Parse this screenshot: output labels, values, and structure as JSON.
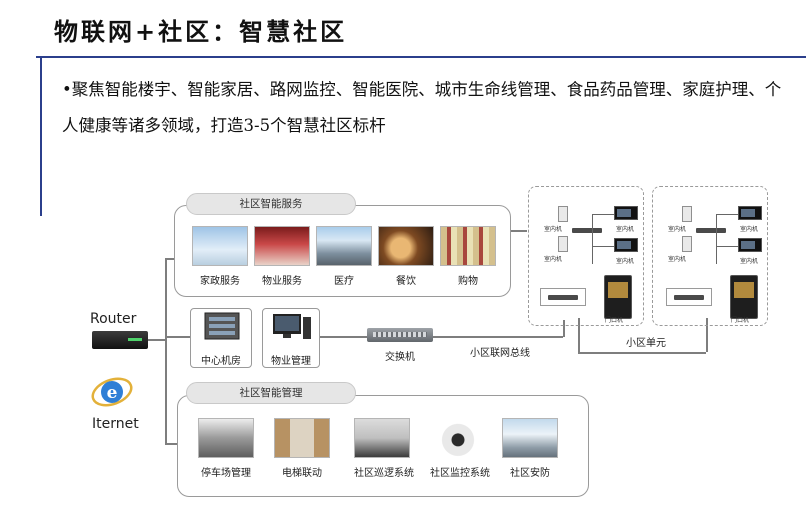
{
  "slide": {
    "title": "物联网+社区：智慧社区",
    "bullet": "•聚焦智能楼宇、智能家居、路网监控、智能医院、城市生命线管理、食品药品管理、家庭护理、个人健康等诸多领域，打造3-5个智慧社区标杆"
  },
  "diagram": {
    "services": {
      "title": "社区智能服务",
      "items": [
        {
          "label": "家政服务"
        },
        {
          "label": "物业服务"
        },
        {
          "label": "医疗"
        },
        {
          "label": "餐饮"
        },
        {
          "label": "购物"
        }
      ]
    },
    "management": {
      "title": "社区智能管理",
      "items": [
        {
          "label": "停车场管理"
        },
        {
          "label": "电梯联动"
        },
        {
          "label": "社区巡逻系统"
        },
        {
          "label": "社区监控系统"
        },
        {
          "label": "社区安防"
        }
      ]
    },
    "router_label": "Router",
    "internet_label": "Iternet",
    "center_room": "中心机房",
    "property_mgmt": "物业管理",
    "switch_label": "交换机",
    "bus_label": "小区联网总线",
    "unit_label": "小区单元",
    "indoor_unit": "室内机",
    "door_unit": "门口机",
    "ie_icon": "internet-explorer-icon"
  }
}
